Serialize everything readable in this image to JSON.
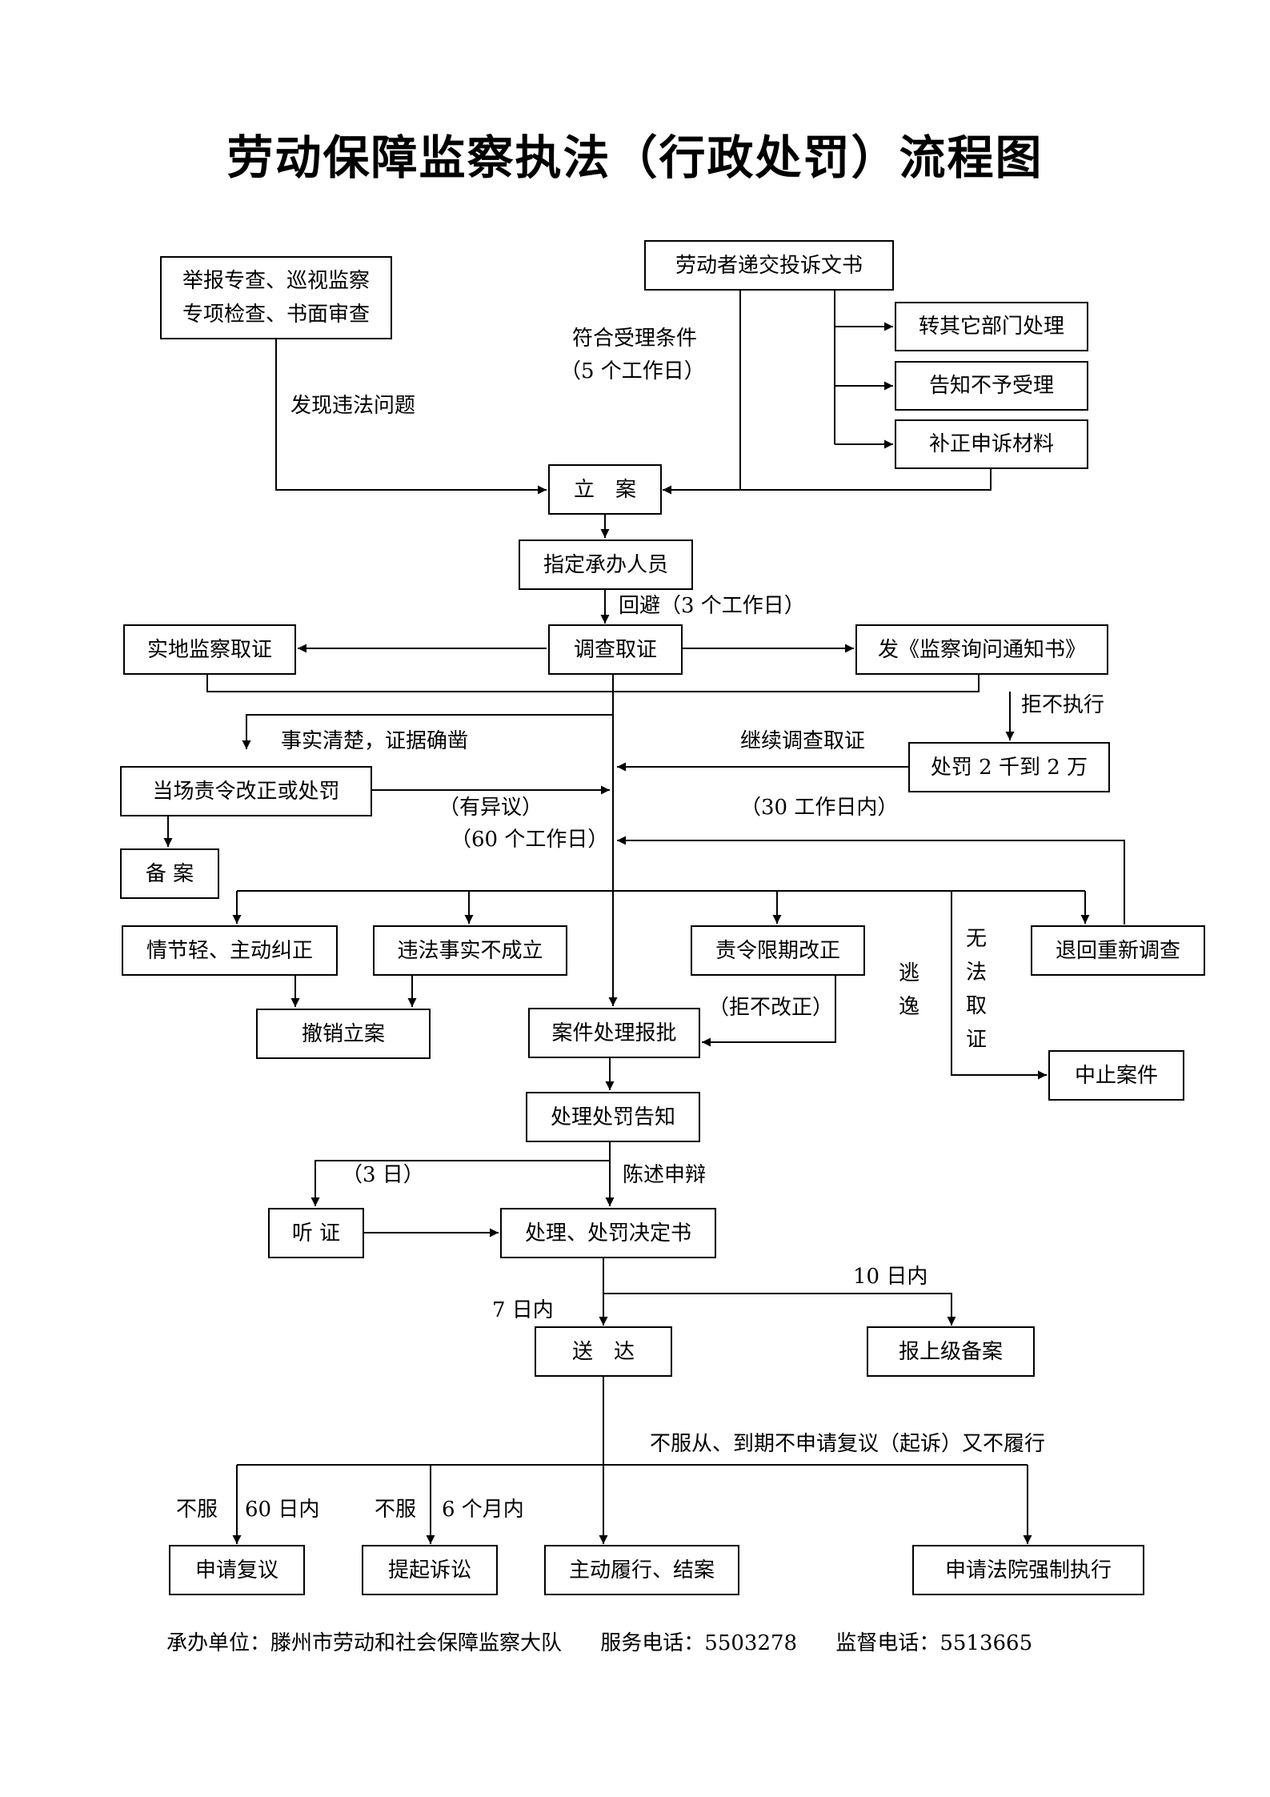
{
  "title": "劳动保障监察执法（行政处罚）流程图",
  "boxes": {
    "report_check": [
      "举报专查、巡视监察",
      "专项检查、书面审查"
    ],
    "complaint": "劳动者递交投诉文书",
    "transfer_dept": "转其它部门处理",
    "notify_reject": "告知不予受理",
    "supplement": "补正申诉材料",
    "file_case": "立　案",
    "assign_staff": "指定承办人员",
    "investigate": "调查取证",
    "field_evidence": "实地监察取证",
    "issue_notice": "发《监察询问通知书》",
    "fine": "处罚 2 千到 2 万",
    "on_site_order": "当场责令改正或处罚",
    "record": "备 案",
    "minor": "情节轻、主动纠正",
    "fact_not_established": "违法事实不成立",
    "order_correct": "责令限期改正",
    "return_investigate": "退回重新调查",
    "revoke_case": "撤销立案",
    "case_approval": "案件处理报批",
    "suspend_case": "中止案件",
    "penalty_notice": "处理处罚告知",
    "hearing": "听 证",
    "decision": "处理、处罚决定书",
    "deliver": "送　达",
    "report_superior": "报上级备案",
    "reconsider": "申请复议",
    "lawsuit": "提起诉讼",
    "comply": "主动履行、结案",
    "court_enforce": "申请法院强制执行"
  },
  "labels": {
    "found_violation": "发现违法问题",
    "meets_conditions": "符合受理条件",
    "five_days": "（5 个工作日）",
    "recusal": "回避（3 个工作日）",
    "refuse_exec": "拒不执行",
    "facts_clear": "事实清楚，证据确凿",
    "continue_invest": "继续调查取证",
    "objection": "（有异议）",
    "within_30": "（30 工作日内）",
    "sixty_days": "（60 个工作日）",
    "escape": "逃逸",
    "no_evidence": "无法取证",
    "refuse_correct": "（拒不改正）",
    "three_days": "（3 日）",
    "statement": "陈述申辩",
    "within_7": "7 日内",
    "within_10": "10 日内",
    "not_comply": "不服从、到期不申请复议（起诉）又不履行",
    "not_accept_1": "不服",
    "within_60": "60 日内",
    "not_accept_2": "不服",
    "within_6m": "6 个月内"
  },
  "footer": {
    "unit": "承办单位：滕州市劳动和社会保障监察大队",
    "service": "服务电话：5503278",
    "supervise": "监督电话：5513665"
  }
}
